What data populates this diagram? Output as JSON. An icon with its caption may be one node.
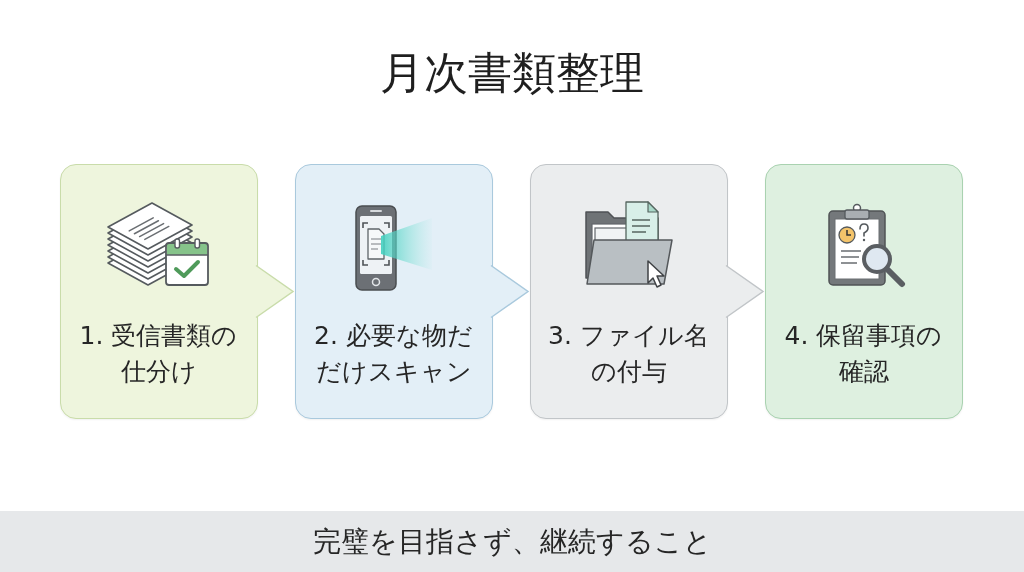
{
  "diagram": {
    "title": "月次書類整理",
    "nodes": [
      {
        "text": [
          "1. 受信書類の仕分け"
        ]
      },
      {
        "text": [
          "2. 必要な物だだけスキャン"
        ]
      },
      {
        "text": [
          "3. ファイル名の付与"
        ]
      },
      {
        "text": [
          "4. 保留事項の確認"
        ]
      },
      {
        "text": [
          "完璧を目指さず、継続すること"
        ]
      }
    ],
    "edges": [
      {
        "from": 0,
        "to": 1,
        "arrow": "to",
        "color": "#c9dcaa"
      },
      {
        "from": 1,
        "to": 2,
        "arrow": "to",
        "color": "#a9c9dd"
      },
      {
        "from": 2,
        "to": 3,
        "arrow": "to",
        "color": "#c1c5c8"
      }
    ]
  }
}
